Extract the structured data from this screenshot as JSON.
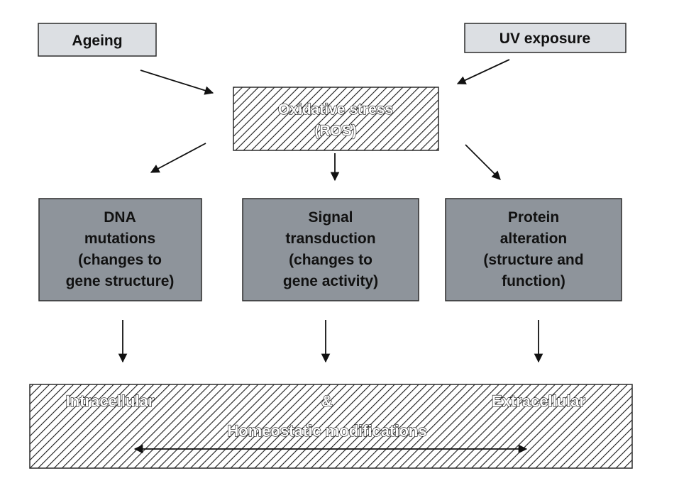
{
  "nodes": {
    "ageing": {
      "label": "Ageing"
    },
    "uv_exposure": {
      "label": "UV exposure"
    },
    "oxidative_stress": {
      "lines": [
        "Oxidative stress",
        "(ROS)"
      ]
    },
    "dna_mutations": {
      "lines": [
        "DNA",
        "mutations",
        "(changes to",
        "gene structure)"
      ]
    },
    "signal_transduction": {
      "lines": [
        "Signal",
        "transduction",
        "(changes to",
        "gene activity)"
      ]
    },
    "protein_alteration": {
      "lines": [
        "Protein",
        "alteration",
        "(structure and",
        "function)"
      ]
    },
    "homeostatic": {
      "left": "Intracellular",
      "middle": "&",
      "right": "Extracellular",
      "bottom": "Homeostatic modifications"
    }
  },
  "colors": {
    "input_box_fill": "#dcdfe3",
    "effect_box_fill": "#8e949b",
    "border": "#2b2b2b",
    "hatch": "#1a1a1a",
    "arrow": "#111111"
  }
}
